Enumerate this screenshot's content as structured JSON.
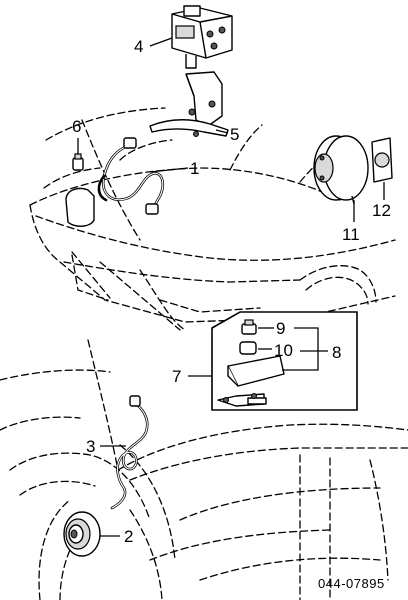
{
  "diagram": {
    "reference_code": "044-07895",
    "callouts": {
      "c1": "1",
      "c2": "2",
      "c3": "3",
      "c4": "4",
      "c5": "5",
      "c6": "6",
      "c7": "7",
      "c8": "8",
      "c9": "9",
      "c10": "10",
      "c11": "11",
      "c12": "12"
    }
  }
}
